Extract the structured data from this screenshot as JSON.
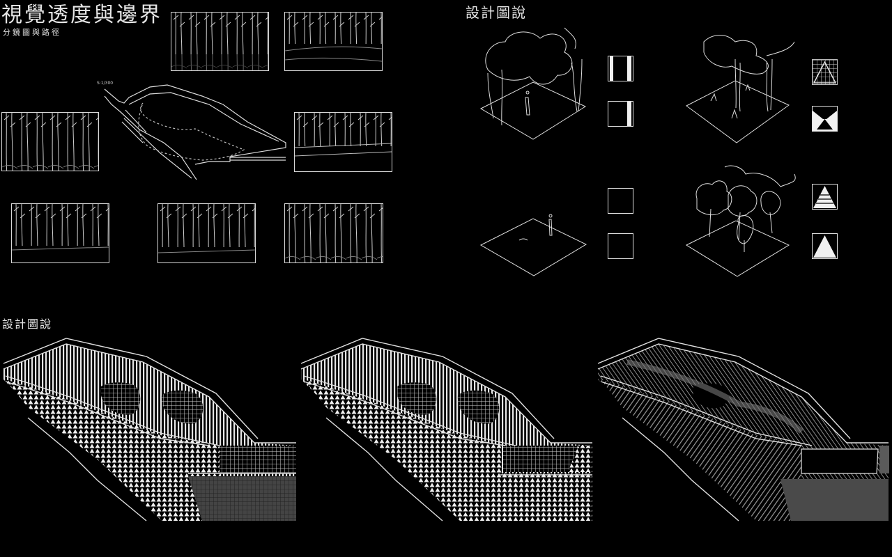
{
  "header": {
    "title": "視覺透度與邊界",
    "subtitle": "分鏡圖與路徑",
    "scale_label": "S:1/300"
  },
  "right_panel": {
    "title": "設計圖說"
  },
  "bottom_panel": {
    "title": "設計圖說"
  },
  "colors": {
    "background": "#000000",
    "line": "#e0e0e0",
    "gray_fill": "#555555"
  },
  "icons": {
    "legend_1": "bars-square-icon",
    "legend_2": "half-bar-square-icon",
    "legend_3": "empty-square-icon",
    "legend_4": "empty-square-icon",
    "legend_5": "outline-triangle-icon",
    "legend_6": "filled-trapezoid-icon",
    "legend_7": "striped-triangle-icon",
    "legend_8": "filled-triangle-icon"
  }
}
